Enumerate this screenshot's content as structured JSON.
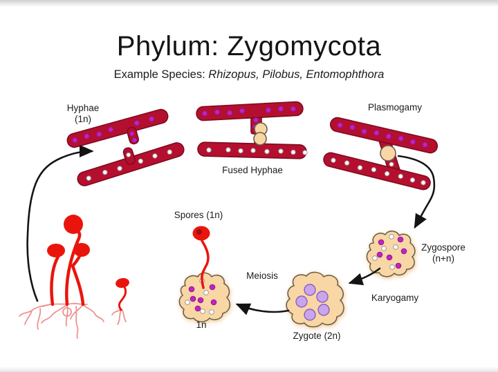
{
  "slide": {
    "title": "Phylum: Zygomycota",
    "subtitle_prefix": "Example Species: ",
    "subtitle_species": "Rhizopus, Pilobus, Entomophthora"
  },
  "labels": {
    "hyphae": "Hyphae\n(1n)",
    "fused_hyphae": "Fused Hyphae",
    "plasmogamy": "Plasmogamy",
    "zygospore": "Zygospore\n(n+n)",
    "karyogamy": "Karyogamy",
    "zygote": "Zygote (2n)",
    "meiosis": "Meiosis",
    "haploid": "1n",
    "spores": "Spores (1n)"
  },
  "colors": {
    "hypha_fill": "#b50f2f",
    "hypha_outline": "#7d0a20",
    "nucleus_magenta": "#c322c3",
    "nucleus_white": "#ffffff",
    "cell_tan": "#f8d7a5",
    "cell_outline": "#6b5f4e",
    "nucleus_lavender": "#c9a5ec",
    "fungus_red": "#e9150d",
    "rhizoid_pink": "#ef9090",
    "arrow_black": "#141414"
  }
}
